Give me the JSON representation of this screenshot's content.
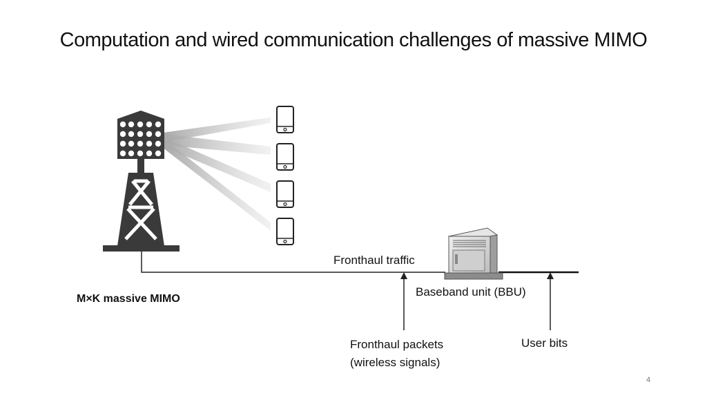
{
  "slide": {
    "title": "Computation and wired communication challenges of massive MIMO",
    "page_number": "4"
  },
  "labels": {
    "fronthaul_traffic": "Fronthaul traffic",
    "bbu": "Baseband unit (BBU)",
    "mimo": "M×K massive MIMO",
    "fronthaul_packets_line1": "Fronthaul packets",
    "fronthaul_packets_line2": "(wireless signals)",
    "user_bits": "User bits"
  },
  "colors": {
    "tower": "#3a3a3a",
    "beam": "#b4b4b4",
    "line": "#111111",
    "bbu_body": "#d9d9d9"
  },
  "icons": [
    "cell-tower-icon",
    "smartphone-icon",
    "server-icon",
    "arrow-up-icon"
  ]
}
